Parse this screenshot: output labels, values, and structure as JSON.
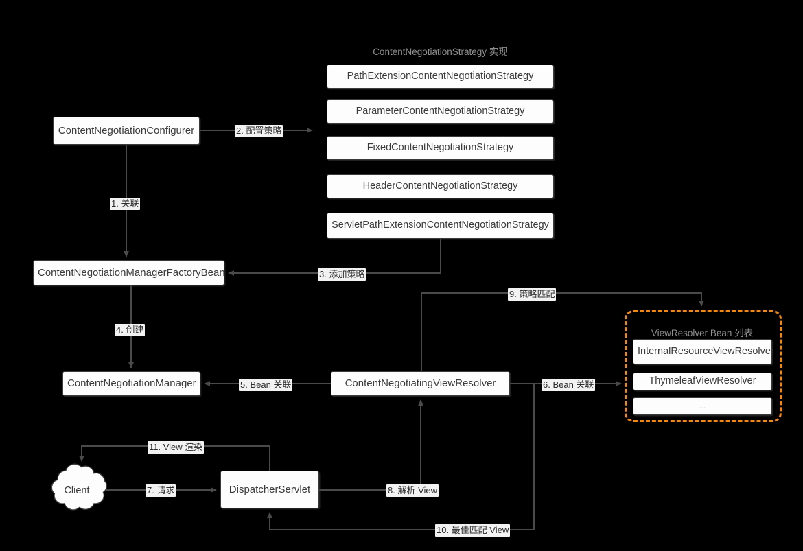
{
  "diagram": {
    "title_group_strategy": "ContentNegotiationStrategy 实现",
    "title_group_viewresolver": "ViewResolver Bean 列表",
    "colors": {
      "background": "#000000",
      "node_fill": "#fdfdfd",
      "node_border": "#3a3a3a",
      "node_text": "#3b3b3b",
      "edge": "#4a4a4a",
      "edge_label_bg": "#f2f2f2",
      "group_title": "#8f8f8f",
      "accent_orange": "#f5880b"
    }
  },
  "nodes": {
    "configurer": "ContentNegotiationConfigurer",
    "factory_bean": "ContentNegotiationManagerFactoryBean",
    "manager": "ContentNegotiationManager",
    "view_resolver": "ContentNegotiatingViewResolver",
    "dispatcher": "DispatcherServlet",
    "client": "Client"
  },
  "strategies": [
    "PathExtensionContentNegotiationStrategy",
    "ParameterContentNegotiationStrategy",
    "FixedContentNegotiationStrategy",
    "HeaderContentNegotiationStrategy",
    "ServletPathExtensionContentNegotiationStrategy"
  ],
  "view_resolvers": [
    "InternalResourceViewResolver",
    "ThymeleafViewResolver",
    "..."
  ],
  "edges": [
    {
      "id": "e1",
      "label": "1. 关联"
    },
    {
      "id": "e2",
      "label": "2. 配置策略"
    },
    {
      "id": "e3",
      "label": "3. 添加策略"
    },
    {
      "id": "e4",
      "label": "4. 创建"
    },
    {
      "id": "e5",
      "label": "5. Bean 关联"
    },
    {
      "id": "e6",
      "label": "6. Bean 关联"
    },
    {
      "id": "e7",
      "label": "7. 请求"
    },
    {
      "id": "e8",
      "label": "8. 解析 View"
    },
    {
      "id": "e9",
      "label": "9. 策略匹配"
    },
    {
      "id": "e10",
      "label": "10. 最佳匹配 View"
    },
    {
      "id": "e11",
      "label": "11. View 渲染"
    }
  ]
}
